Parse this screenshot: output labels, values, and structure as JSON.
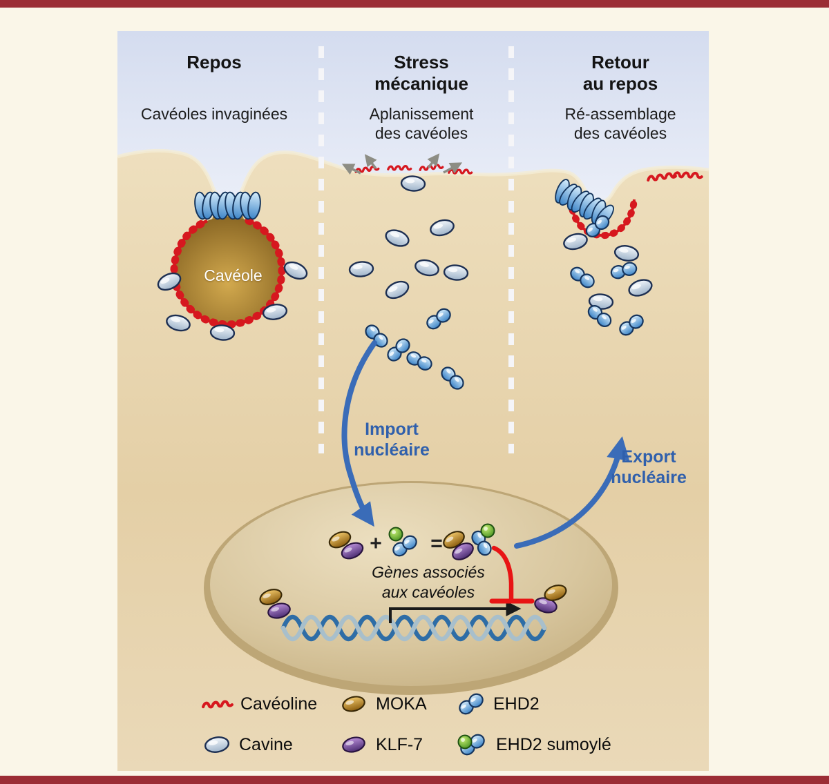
{
  "page": {
    "background": "#faf6e8",
    "rule_color": "#9b2d35"
  },
  "panels": [
    {
      "title": "Repos",
      "subtitle": "Cavéoles invaginées"
    },
    {
      "title": "Stress\nmécanique",
      "subtitle": "Aplanissement\ndes cavéoles"
    },
    {
      "title": "Retour\nau repos",
      "subtitle": "Ré-assemblage\ndes cavéoles"
    }
  ],
  "labels": {
    "caveole": "Cavéole",
    "import": "Import\nnucléaire",
    "export": "Export\nnucléaire",
    "genes": "Gènes associés\naux cavéoles",
    "plus": "+",
    "equals": "="
  },
  "legend": {
    "items": [
      {
        "icon": "caveoline-icon",
        "label": "Cavéoline"
      },
      {
        "icon": "cavine-icon",
        "label": "Cavine"
      },
      {
        "icon": "moka-icon",
        "label": "MOKA"
      },
      {
        "icon": "klf7-icon",
        "label": "KLF-7"
      },
      {
        "icon": "ehd2-icon",
        "label": "EHD2"
      },
      {
        "icon": "ehd2-sumo-icon",
        "label": "EHD2 sumoylé"
      }
    ]
  },
  "colors": {
    "caveoline_red": "#d6181f",
    "inhibition_red": "#e81414",
    "ehd2_blue": "#3d85c8",
    "cavine_fill": "#c4d2e0",
    "moka_gold": "#c08a2a",
    "klf7_purple": "#7b4fa0",
    "sumo_green": "#58a428",
    "arrow_blue": "#3060ac",
    "lavender_top": "#d6ddef",
    "membrane_tan": "#e6cfa6",
    "nucleus_tan": "#d8c69e"
  }
}
